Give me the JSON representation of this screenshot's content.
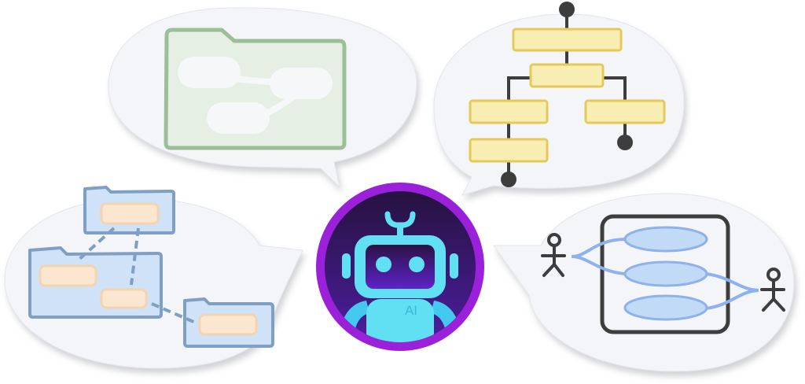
{
  "colors": {
    "bubble_fill": "#f4f5f8",
    "bubble_shadow": "#d7d9de",
    "green_stroke": "#9dbf98",
    "green_fill": "#e5efe3",
    "node_white": "#f6f7f9",
    "yellow_stroke": "#e6c95b",
    "yellow_fill": "#f8eeb3",
    "dark": "#3d3d3d",
    "blue_stroke": "#7f9fc4",
    "blue_fill": "#cfe2f7",
    "peach_stroke": "#f3d4b2",
    "peach_fill": "#fde6cf",
    "usecase_stroke": "#8fb1ec",
    "usecase_fill": "#c1dbf6",
    "robot_ring": "#9b20d9",
    "robot_bg_top": "#26123f",
    "robot_bg_bottom": "#4c1ea0",
    "robot_cyan": "#62e0f3",
    "robot_arm": "#43c9f0",
    "robot_label_color": "#3fb6d8"
  },
  "robot": {
    "label": "AI",
    "icon": "robot-icon"
  },
  "bubbles": [
    {
      "position": "top-left",
      "diagram": "flowchart-in-folder",
      "color": "green"
    },
    {
      "position": "top-right",
      "diagram": "activity-tree",
      "color": "yellow"
    },
    {
      "position": "bottom-left",
      "diagram": "package-diagram",
      "color": "blue"
    },
    {
      "position": "bottom-right",
      "diagram": "use-case-diagram",
      "color": "blue"
    }
  ]
}
